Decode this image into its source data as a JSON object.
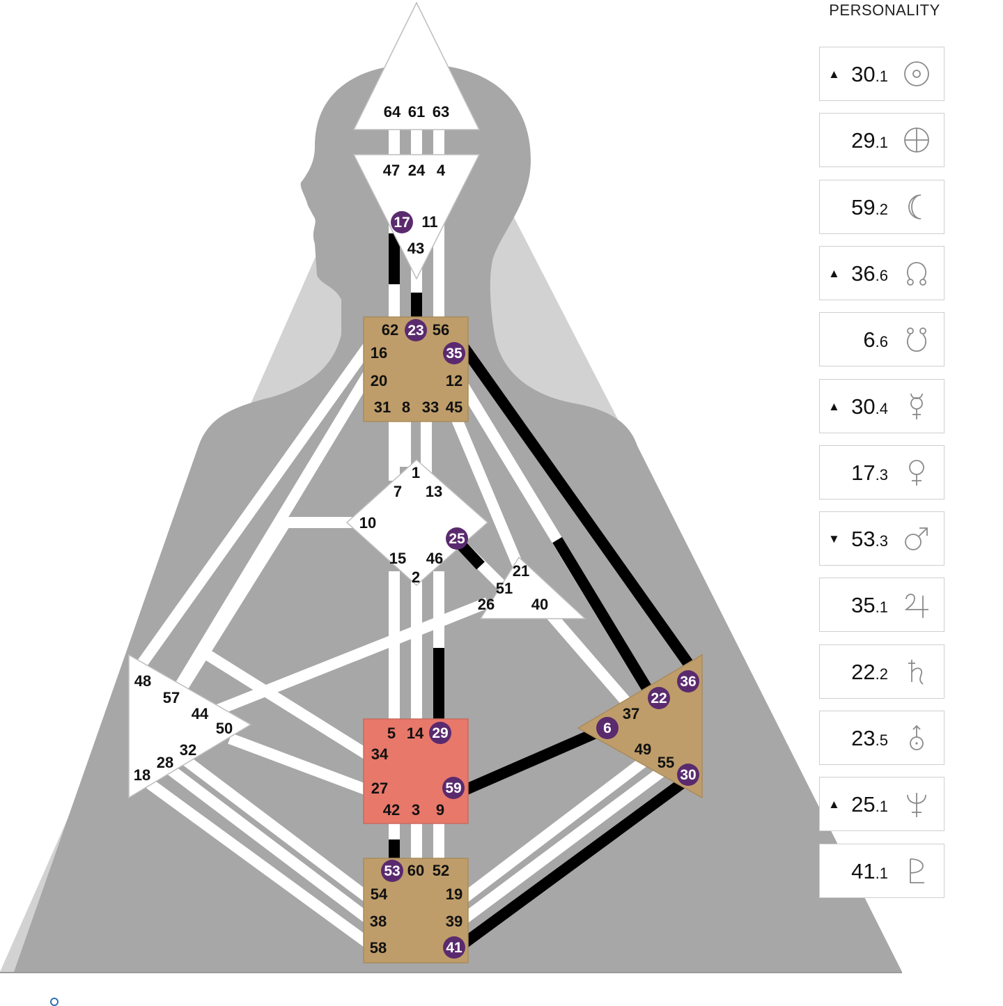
{
  "panel": {
    "title": "PERSONALITY",
    "planets": [
      {
        "arrow": "▲",
        "gate": "30",
        "line": ".1",
        "icon": "sun-icon"
      },
      {
        "arrow": "",
        "gate": "29",
        "line": ".1",
        "icon": "earth-icon"
      },
      {
        "arrow": "",
        "gate": "59",
        "line": ".2",
        "icon": "moon-icon"
      },
      {
        "arrow": "▲",
        "gate": "36",
        "line": ".6",
        "icon": "north-node-icon"
      },
      {
        "arrow": "",
        "gate": "6",
        "line": ".6",
        "icon": "south-node-icon"
      },
      {
        "arrow": "▲",
        "gate": "30",
        "line": ".4",
        "icon": "mercury-icon"
      },
      {
        "arrow": "",
        "gate": "17",
        "line": ".3",
        "icon": "venus-icon"
      },
      {
        "arrow": "▼",
        "gate": "53",
        "line": ".3",
        "icon": "mars-icon"
      },
      {
        "arrow": "",
        "gate": "35",
        "line": ".1",
        "icon": "jupiter-icon"
      },
      {
        "arrow": "",
        "gate": "22",
        "line": ".2",
        "icon": "saturn-icon"
      },
      {
        "arrow": "",
        "gate": "23",
        "line": ".5",
        "icon": "uranus-icon"
      },
      {
        "arrow": "▲",
        "gate": "25",
        "line": ".1",
        "icon": "neptune-icon"
      },
      {
        "arrow": "",
        "gate": "41",
        "line": ".1",
        "icon": "pluto-icon"
      }
    ]
  },
  "colors": {
    "activation": "#5a2a6e",
    "defined_center": "#bf9d6a",
    "sacral": "#e8786a",
    "channel_active": "#000000",
    "channel_open": "#ffffff",
    "silhouette": "#a7a7a7",
    "triangle": "#d2d2d2"
  },
  "centers": {
    "head": {
      "gates": [
        "64",
        "61",
        "63"
      ]
    },
    "ajna": {
      "gates": [
        "47",
        "24",
        "4",
        "17",
        "11",
        "43"
      ]
    },
    "throat": {
      "gates": [
        "62",
        "23",
        "56",
        "16",
        "35",
        "20",
        "12",
        "31",
        "8",
        "33",
        "45"
      ]
    },
    "g": {
      "gates": [
        "1",
        "7",
        "13",
        "10",
        "25",
        "15",
        "46",
        "2"
      ]
    },
    "heart": {
      "gates": [
        "21",
        "51",
        "26",
        "40"
      ]
    },
    "spleen": {
      "gates": [
        "48",
        "57",
        "44",
        "50",
        "32",
        "28",
        "18"
      ]
    },
    "sacral": {
      "gates": [
        "5",
        "14",
        "29",
        "34",
        "27",
        "59",
        "42",
        "3",
        "9"
      ]
    },
    "solar_plexus": {
      "gates": [
        "36",
        "22",
        "37",
        "6",
        "49",
        "55",
        "30"
      ]
    },
    "root": {
      "gates": [
        "53",
        "60",
        "52",
        "54",
        "19",
        "38",
        "39",
        "58",
        "41"
      ]
    }
  }
}
